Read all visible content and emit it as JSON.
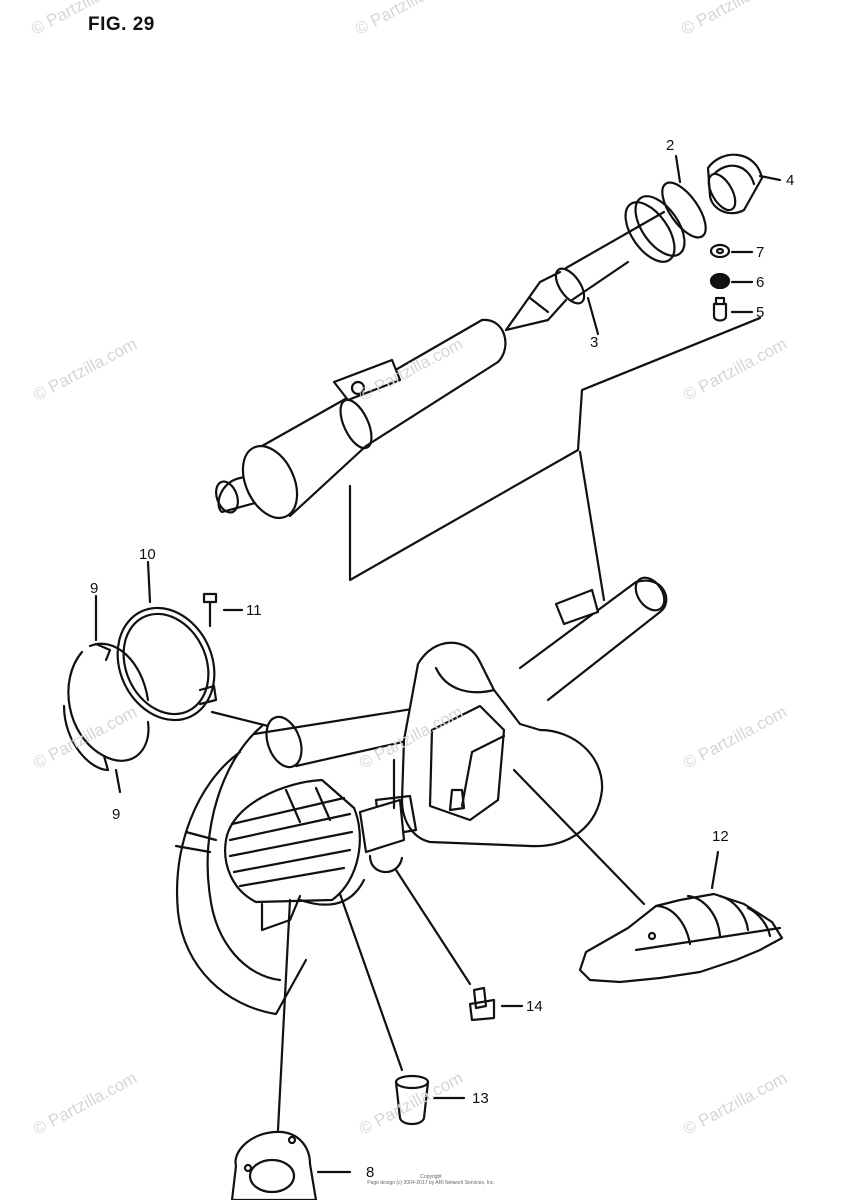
{
  "figure": {
    "title": "FIG. 29"
  },
  "callouts": [
    {
      "id": "c2",
      "label": "2"
    },
    {
      "id": "c4",
      "label": "4"
    },
    {
      "id": "c7",
      "label": "7"
    },
    {
      "id": "c6",
      "label": "6"
    },
    {
      "id": "c5",
      "label": "5"
    },
    {
      "id": "c3",
      "label": "3"
    },
    {
      "id": "c10",
      "label": "10"
    },
    {
      "id": "c9a",
      "label": "9"
    },
    {
      "id": "c9b",
      "label": "9"
    },
    {
      "id": "c11",
      "label": "11"
    },
    {
      "id": "c12",
      "label": "12"
    },
    {
      "id": "c14",
      "label": "14"
    },
    {
      "id": "c13",
      "label": "13"
    },
    {
      "id": "c8",
      "label": "8"
    }
  ],
  "watermark": {
    "text": "© Partzilla.com"
  },
  "copyright": {
    "line1": "Copyright",
    "line2": "Page design (c) 2004-2017 by ARI Network Services, Inc."
  },
  "colors": {
    "ink": "#111111",
    "watermark": "#d6d6d6"
  }
}
